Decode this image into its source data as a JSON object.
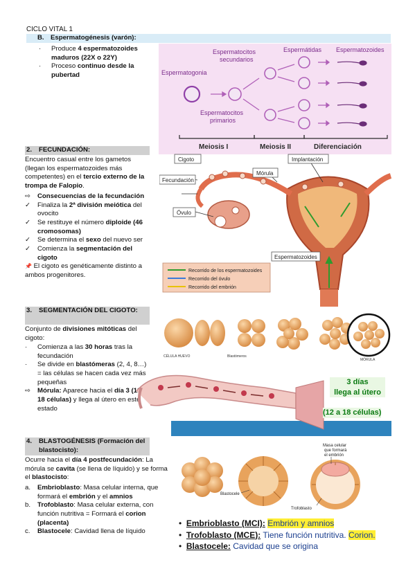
{
  "header": {
    "title": "CICLO VITAL 1"
  },
  "sec_b": {
    "letter": "B.",
    "title": "Espermatogénesis (varón):",
    "b1_pre": "Produce ",
    "b1_bold": "4 espermatozoides maduros",
    "b1_post": " (22X o 22Y)",
    "b2_pre": "Proceso ",
    "b2_bold": "continuo desde la pubertad",
    "diagram": {
      "espermatogonia": "Espermatogonia",
      "sec_1": "Espermatocitos",
      "sec_2": "secundarios",
      "prim_1": "Espermatocitos",
      "prim_2": "primarios",
      "espermatidas": "Espermátidas",
      "espermatozoides": "Espermatozoides",
      "meiosis1": "Meiosis I",
      "meiosis2": "Meiosis II",
      "diferenciacion": "Diferenciación"
    }
  },
  "sec2": {
    "num": "2.",
    "title": "FECUNDACIÓN:",
    "intro_a": "Encuentro casual entre los gametos (llegan los espermatozoides más competentes) en el ",
    "intro_b": "tercio externo de la trompa de Falopio",
    "intro_c": ".",
    "cons_title": "Consecuencias de la fecundación",
    "c1_pre": "Finaliza la ",
    "c1_bold": "2ª división meiótica",
    "c1_post": " del ovocito",
    "c2_pre": "Se restituye el número ",
    "c2_bold": "diploide (46 cromosomas)",
    "c3_pre": "Se determina el ",
    "c3_bold": "sexo",
    "c3_post": " del nuevo ser",
    "c4_pre": "Comienza la ",
    "c4_bold": "segmentación del cigoto",
    "note": "El cigoto es genéticamente distinto a ambos progenitores.",
    "diagram": {
      "cigoto": "Cigoto",
      "fecundacion": "Fecundación",
      "ovulo": "Óvulo",
      "morula": "Mórula",
      "implantacion": "Implantación",
      "espermatozoides": "Espermatozoides",
      "leg1": "Recorrido de los espermatozoides",
      "leg2": "Recorrido del óvulo",
      "leg3": "Recorrido del embrión"
    }
  },
  "sec3": {
    "num": "3.",
    "title": "SEGMENTACIÓN DEL CIGOTO:",
    "intro_a": "Conjunto de ",
    "intro_b": "divisiones mitóticas",
    "intro_c": " del cigoto:",
    "i1_pre": "Comienza a las ",
    "i1_bold": "30 horas",
    "i1_post": " tras la fecundación",
    "i2_pre": "Se divide en ",
    "i2_bold": "blastómeras",
    "i2_post": " (2, 4, 8…) = las células se hacen cada vez más pequeñas",
    "i3_bold": "Mórula:",
    "i3_mid": " Aparece hacia el ",
    "i3_bold2": "día 3 (12-18 células)",
    "i3_post": " y llega al útero en este estado",
    "diagram": {
      "celula_huevo": "CÉLULA HUEVO",
      "blastomeros": "Blastómeros",
      "morula": "MÓRULA",
      "dias": "3 días",
      "llega": "llega al útero",
      "celulas": "(12 a 18 células)"
    }
  },
  "sec4": {
    "num": "4.",
    "title": "BLASTOGÉNESIS (Formación del blastocisto):",
    "intro_a": "Ocurre hacia el ",
    "intro_b": "día 4 postfecundación",
    "intro_c": ": La mórula se ",
    "intro_d": "cavita",
    "intro_e": " (se llena de líquido) y se forma el ",
    "intro_f": "blastocisto",
    "intro_g": ":",
    "a_letter": "a.",
    "a_bold": "Embrioblasto",
    "a_mid": ": Masa celular interna, que formará el ",
    "a_bold2": "embrión",
    "a_mid2": " y el ",
    "a_bold3": "amnios",
    "b_letter": "b.",
    "b_bold": "Trofoblasto",
    "b_mid": ": Masa celular externa, con función nutritiva = Formará el ",
    "b_bold2": "corion (placenta)",
    "c_letter": "c.",
    "c_bold": "Blastocele",
    "c_post": ": Cavidad llena de líquido",
    "diagram": {
      "mci_1": "Masa celular",
      "mci_2": "que formará",
      "mci_3": "el embrión",
      "blastocele": "Blastocele",
      "trofoblasto": "Trofoblasto"
    },
    "summary": {
      "s1_label": "Embrioblasto (MCI):",
      "s1_text": "Embrión y amnios",
      "s2_label": "Trofoblasto (MCE):",
      "s2_text": " Tiene función nutritiva. ",
      "s2_hl": "Corion.",
      "s3_label": "Blastocele:",
      "s3_text": " Cavidad que se origina"
    }
  },
  "icons": {
    "arrow": "⇨",
    "check": "✓",
    "pin": "📌",
    "dot": "·"
  },
  "colors": {
    "highlight_blue": "#d9ecf7",
    "highlight_gray": "#d0d0d0",
    "purple": "#a23fa8",
    "green": "#0b7a12",
    "yellow": "#ffee33"
  }
}
